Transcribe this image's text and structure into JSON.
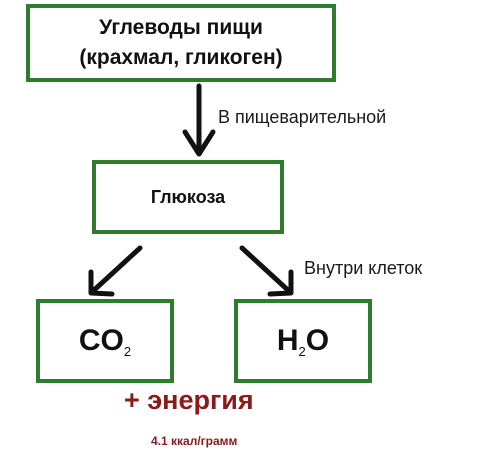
{
  "boxes": {
    "carbs": {
      "line1": "Углеводы пищи",
      "line2": "(крахмал, гликоген)"
    },
    "glucose": "Глюкоза",
    "co2": {
      "base": "CO",
      "sub": "2"
    },
    "h2o": {
      "base1": "H",
      "sub": "2",
      "base2": "O"
    }
  },
  "labels": {
    "digestive": "В пищеварительной",
    "cells": "Внутри клеток"
  },
  "energy": {
    "title": "+ энергия",
    "value": "4.1 ккал/грамм"
  },
  "colors": {
    "box_border": "#2e7d2e",
    "energy_text": "#8b1a1a",
    "arrow": "#111111"
  }
}
